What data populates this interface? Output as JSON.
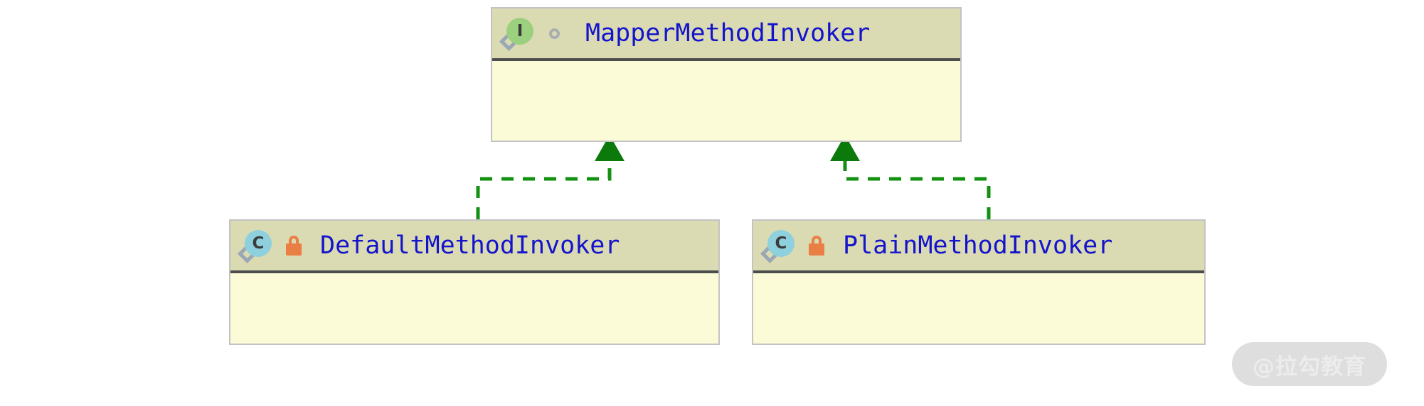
{
  "diagram": {
    "type": "uml-class-diagram",
    "relationship_label": "realization",
    "colors": {
      "header_fill": "#dbdbb3",
      "body_fill": "#fbfbd8",
      "node_border": "#c3c3c3",
      "header_divider": "#4c4c4c",
      "title_text": "#1414cd",
      "edge": "#139113",
      "interface_icon": "#9bd07e",
      "class_icon": "#8ed0dd",
      "lock_icon": "#ea7f45",
      "visibility_ring": "#a9aeb0",
      "diamond_overlay": "#9aa7b5",
      "canvas": "#ffffff"
    },
    "nodes": [
      {
        "id": "mapper-method-invoker",
        "name": "MapperMethodInvoker",
        "stereotype": "interface",
        "icon_letter": "I",
        "icon_name": "interface-icon",
        "visibility": "public",
        "visibility_icon": "public-ring-icon",
        "members": []
      },
      {
        "id": "default-method-invoker",
        "name": "DefaultMethodInvoker",
        "stereotype": "class",
        "icon_letter": "C",
        "icon_name": "class-icon",
        "visibility": "package-private",
        "visibility_icon": "lock-icon",
        "members": []
      },
      {
        "id": "plain-method-invoker",
        "name": "PlainMethodInvoker",
        "stereotype": "class",
        "icon_letter": "C",
        "icon_name": "class-icon",
        "visibility": "package-private",
        "visibility_icon": "lock-icon",
        "members": []
      }
    ],
    "edges": [
      {
        "from": "default-method-invoker",
        "to": "mapper-method-invoker",
        "kind": "realizes",
        "style": "dashed",
        "arrow": "hollow-triangle-filled"
      },
      {
        "from": "plain-method-invoker",
        "to": "mapper-method-invoker",
        "kind": "realizes",
        "style": "dashed",
        "arrow": "hollow-triangle-filled"
      }
    ]
  },
  "watermark": {
    "text": "@拉勾教育"
  }
}
